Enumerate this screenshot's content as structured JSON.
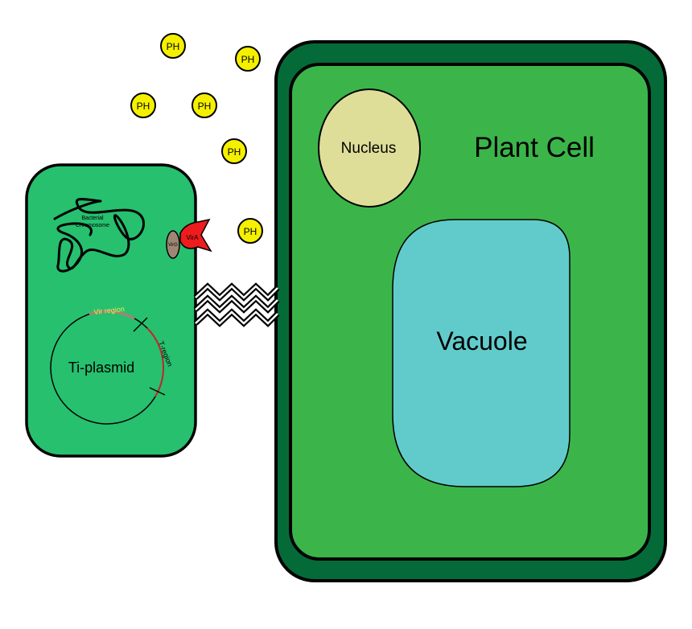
{
  "labels": {
    "plant_cell": "Plant Cell",
    "nucleus": "Nucleus",
    "vacuole": "Vacuole",
    "ti_plasmid": "Ti-plasmid",
    "vir_region": "Vir region",
    "t_region": "T-region",
    "bacterial_chromosome_line1": "Bacterial",
    "bacterial_chromosome_line2": "Chromosome",
    "vira": "VirA",
    "virg": "VirG"
  },
  "phenolic_molecules": [
    {
      "label": "PH"
    },
    {
      "label": "PH"
    },
    {
      "label": "PH"
    },
    {
      "label": "PH"
    },
    {
      "label": "PH"
    },
    {
      "label": "PH"
    }
  ],
  "colors": {
    "plant_wall": "#046b38",
    "plant_cytoplasm": "#3bb54a",
    "bacterium": "#26c06f",
    "nucleus": "#dede99",
    "vacuole": "#61cbcb",
    "phenolic": "#f5f000",
    "vira": "#ee1c1c",
    "virg": "#9e8675",
    "vir_region": "#9e8675",
    "vir_label": "#e9ec4a",
    "t_region": "#c1272d"
  }
}
